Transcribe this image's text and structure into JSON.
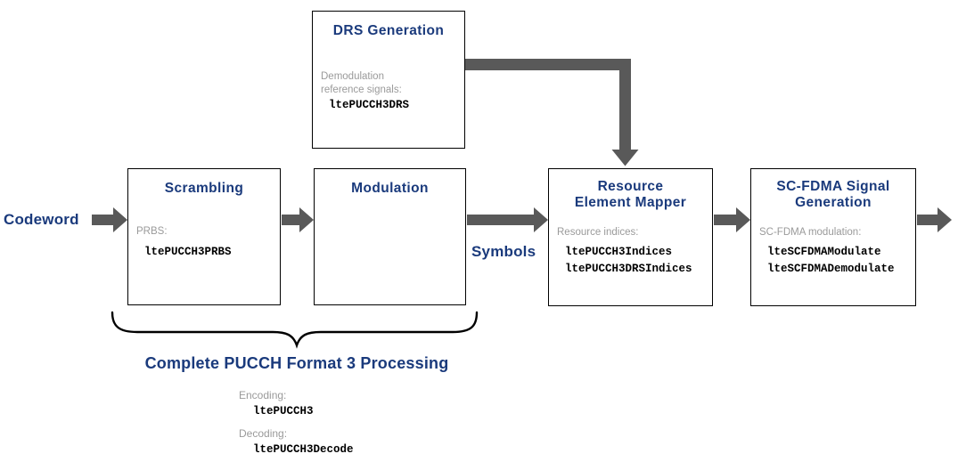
{
  "colors": {
    "title_blue": "#1a3a7c",
    "muted_gray": "#9a9a9a",
    "arrow_gray": "#595959",
    "ink": "#000000"
  },
  "nodes": {
    "drs": {
      "title": "DRS Generation",
      "caption": "Demodulation\nreference signals:",
      "functions": [
        "ltePUCCH3DRS"
      ]
    },
    "scrambling": {
      "title": "Scrambling",
      "caption": "PRBS:",
      "functions": [
        "ltePUCCH3PRBS"
      ]
    },
    "modulation": {
      "title": "Modulation"
    },
    "resource_element_mapper": {
      "title": "Resource\nElement Mapper",
      "caption": "Resource indices:",
      "functions": [
        "ltePUCCH3Indices",
        "ltePUCCH3DRSIndices"
      ]
    },
    "scfdma": {
      "title": "SC-FDMA Signal\nGeneration",
      "caption": "SC-FDMA modulation:",
      "functions": [
        "lteSCFDMAModulate",
        "lteSCFDMADemodulate"
      ]
    }
  },
  "edge_labels": {
    "input": "Codeword",
    "modulation_output": "Symbols"
  },
  "brace": {
    "caption": "Complete PUCCH Format 3 Processing",
    "encoding_label": "Encoding:",
    "encoding_function": "ltePUCCH3",
    "decoding_label": "Decoding:",
    "decoding_function": "ltePUCCH3Decode"
  }
}
